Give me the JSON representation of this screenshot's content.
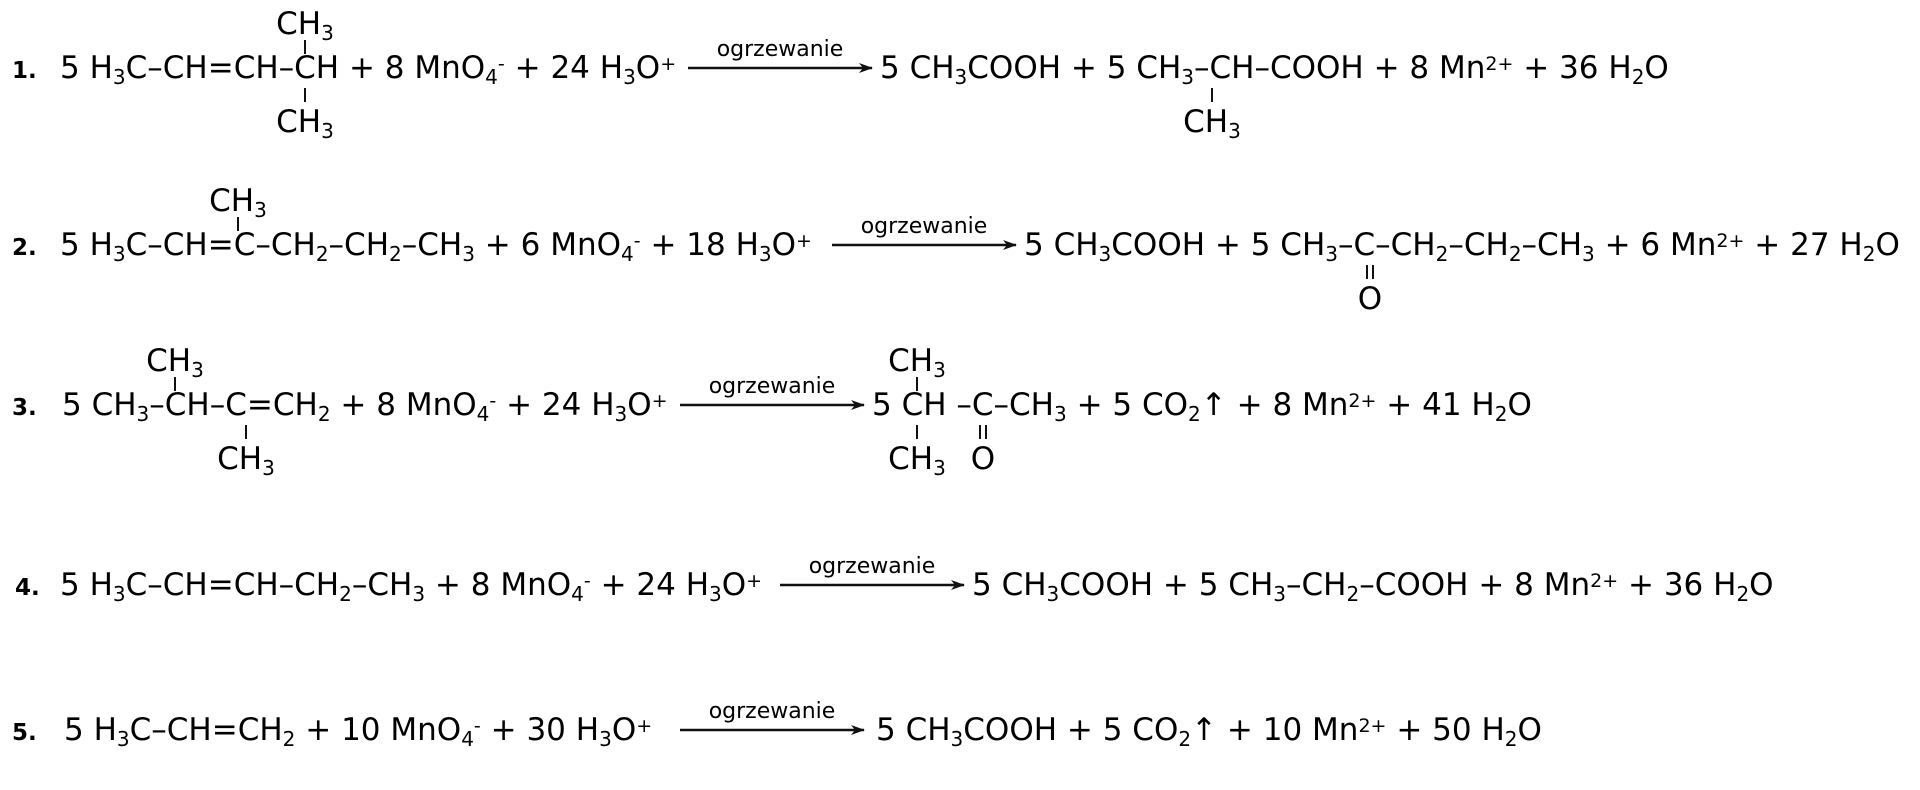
{
  "condition_label": "ogrzewanie",
  "reactions": [
    {
      "number": "1.",
      "reactant_text": [
        {
          "t": "5 H"
        },
        {
          "t": "3",
          "s": "sub"
        },
        {
          "t": "C–CH=CH–CH + 8 MnO"
        },
        {
          "t": "4",
          "s": "sub"
        },
        {
          "t": "-",
          "s": "sup"
        },
        {
          "t": " + 24 H"
        },
        {
          "t": "3",
          "s": "sub"
        },
        {
          "t": "O"
        },
        {
          "t": "+",
          "s": "sup"
        }
      ],
      "product_text": [
        {
          "t": "5 CH"
        },
        {
          "t": "3",
          "s": "sub"
        },
        {
          "t": "COOH + 5 CH"
        },
        {
          "t": "3",
          "s": "sub"
        },
        {
          "t": "–CH–COOH + 8 Mn"
        },
        {
          "t": "2+",
          "s": "sup"
        },
        {
          "t": " + 36 H"
        },
        {
          "t": "2",
          "s": "sub"
        },
        {
          "t": "O"
        }
      ],
      "reactant_branches": [
        {
          "side": "top",
          "text": [
            {
              "t": "CH"
            },
            {
              "t": "3",
              "s": "sub"
            }
          ]
        },
        {
          "side": "bottom",
          "text": [
            {
              "t": "CH"
            },
            {
              "t": "3",
              "s": "sub"
            }
          ]
        }
      ],
      "product_branches": [
        {
          "side": "bottom",
          "text": [
            {
              "t": "CH"
            },
            {
              "t": "3",
              "s": "sub"
            }
          ]
        }
      ]
    },
    {
      "number": "2.",
      "reactant_text": [
        {
          "t": "5 H"
        },
        {
          "t": "3",
          "s": "sub"
        },
        {
          "t": "C–CH=C–CH"
        },
        {
          "t": "2",
          "s": "sub"
        },
        {
          "t": "–CH"
        },
        {
          "t": "2",
          "s": "sub"
        },
        {
          "t": "–CH"
        },
        {
          "t": "3",
          "s": "sub"
        },
        {
          "t": " + 6 MnO"
        },
        {
          "t": "4",
          "s": "sub"
        },
        {
          "t": "-",
          "s": "sup"
        },
        {
          "t": " + 18 H"
        },
        {
          "t": "3",
          "s": "sub"
        },
        {
          "t": "O"
        },
        {
          "t": "+",
          "s": "sup"
        }
      ],
      "product_text": [
        {
          "t": "5 CH"
        },
        {
          "t": "3",
          "s": "sub"
        },
        {
          "t": "COOH + 5 CH"
        },
        {
          "t": "3",
          "s": "sub"
        },
        {
          "t": "–C–CH"
        },
        {
          "t": "2",
          "s": "sub"
        },
        {
          "t": "–CH"
        },
        {
          "t": "2",
          "s": "sub"
        },
        {
          "t": "–CH"
        },
        {
          "t": "3",
          "s": "sub"
        },
        {
          "t": " + 6 Mn"
        },
        {
          "t": "2+",
          "s": "sup"
        },
        {
          "t": " + 27 H"
        },
        {
          "t": "2",
          "s": "sub"
        },
        {
          "t": "O"
        }
      ],
      "reactant_branches": [
        {
          "side": "top",
          "text": [
            {
              "t": "CH"
            },
            {
              "t": "3",
              "s": "sub"
            }
          ]
        }
      ],
      "product_branches": [
        {
          "side": "bottom",
          "double": true,
          "text": [
            {
              "t": "O"
            }
          ]
        }
      ]
    },
    {
      "number": "3.",
      "reactant_text": [
        {
          "t": "5 CH"
        },
        {
          "t": "3",
          "s": "sub"
        },
        {
          "t": "–CH–C=CH"
        },
        {
          "t": "2",
          "s": "sub"
        },
        {
          "t": " + 8 MnO"
        },
        {
          "t": "4",
          "s": "sub"
        },
        {
          "t": "-",
          "s": "sup"
        },
        {
          "t": " + 24 H"
        },
        {
          "t": "3",
          "s": "sub"
        },
        {
          "t": "O"
        },
        {
          "t": "+",
          "s": "sup"
        }
      ],
      "product_text": [
        {
          "t": "5 CH –C–CH"
        },
        {
          "t": "3",
          "s": "sub"
        },
        {
          "t": " + 5 CO"
        },
        {
          "t": "2",
          "s": "sub"
        },
        {
          "t": "↑"
        },
        {
          "t": " + 8 Mn"
        },
        {
          "t": "2+",
          "s": "sup"
        },
        {
          "t": " + 41 H"
        },
        {
          "t": "2",
          "s": "sub"
        },
        {
          "t": "O"
        }
      ],
      "reactant_branches": [
        {
          "side": "top",
          "text": [
            {
              "t": "CH"
            },
            {
              "t": "3",
              "s": "sub"
            }
          ]
        },
        {
          "side": "bottom",
          "text": [
            {
              "t": "CH"
            },
            {
              "t": "3",
              "s": "sub"
            }
          ]
        }
      ],
      "product_branches": [
        {
          "side": "top",
          "text": [
            {
              "t": "CH"
            },
            {
              "t": "3",
              "s": "sub"
            }
          ]
        },
        {
          "side": "bottom",
          "text": [
            {
              "t": "CH"
            },
            {
              "t": "3",
              "s": "sub"
            }
          ]
        },
        {
          "side": "bottom",
          "double": true,
          "text": [
            {
              "t": "O"
            }
          ]
        }
      ]
    },
    {
      "number": "4.",
      "reactant_text": [
        {
          "t": "5 H"
        },
        {
          "t": "3",
          "s": "sub"
        },
        {
          "t": "C–CH=CH–CH"
        },
        {
          "t": "2",
          "s": "sub"
        },
        {
          "t": "–CH"
        },
        {
          "t": "3",
          "s": "sub"
        },
        {
          "t": " + 8 MnO"
        },
        {
          "t": "4",
          "s": "sub"
        },
        {
          "t": "-",
          "s": "sup"
        },
        {
          "t": " + 24 H"
        },
        {
          "t": "3",
          "s": "sub"
        },
        {
          "t": "O"
        },
        {
          "t": "+",
          "s": "sup"
        }
      ],
      "product_text": [
        {
          "t": "5 CH"
        },
        {
          "t": "3",
          "s": "sub"
        },
        {
          "t": "COOH + 5 CH"
        },
        {
          "t": "3",
          "s": "sub"
        },
        {
          "t": "–CH"
        },
        {
          "t": "2",
          "s": "sub"
        },
        {
          "t": "–COOH + 8 Mn"
        },
        {
          "t": "2+",
          "s": "sup"
        },
        {
          "t": " + 36 H"
        },
        {
          "t": "2",
          "s": "sub"
        },
        {
          "t": "O"
        }
      ],
      "reactant_branches": [],
      "product_branches": []
    },
    {
      "number": "5.",
      "reactant_text": [
        {
          "t": "5 H"
        },
        {
          "t": "3",
          "s": "sub"
        },
        {
          "t": "C–CH=CH"
        },
        {
          "t": "2",
          "s": "sub"
        },
        {
          "t": " + 10 MnO"
        },
        {
          "t": "4",
          "s": "sub"
        },
        {
          "t": "-",
          "s": "sup"
        },
        {
          "t": " + 30 H"
        },
        {
          "t": "3",
          "s": "sub"
        },
        {
          "t": "O"
        },
        {
          "t": "+",
          "s": "sup"
        }
      ],
      "product_text": [
        {
          "t": "5 CH"
        },
        {
          "t": "3",
          "s": "sub"
        },
        {
          "t": "COOH + 5 CO"
        },
        {
          "t": "2",
          "s": "sub"
        },
        {
          "t": "↑"
        },
        {
          "t": " + 10 Mn"
        },
        {
          "t": "2+",
          "s": "sup"
        },
        {
          "t": " + 50 H"
        },
        {
          "t": "2",
          "s": "sub"
        },
        {
          "t": "O"
        }
      ],
      "reactant_branches": [],
      "product_branches": []
    }
  ]
}
